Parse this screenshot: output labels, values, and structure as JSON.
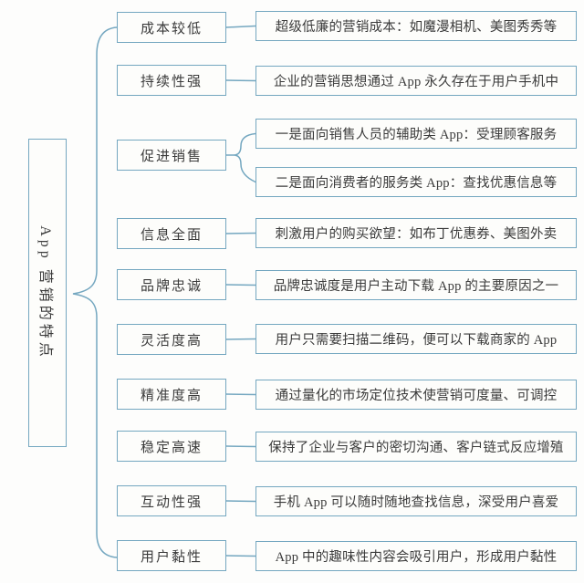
{
  "diagram": {
    "root_label": "App 营销的特点",
    "branches": [
      {
        "label": "成本较低",
        "descriptions": [
          "超级低廉的营销成本：如魔漫相机、美图秀秀等"
        ]
      },
      {
        "label": "持续性强",
        "descriptions": [
          "企业的营销思想通过 App 永久存在于用户手机中"
        ]
      },
      {
        "label": "促进销售",
        "descriptions": [
          "一是面向销售人员的辅助类 App：受理顾客服务",
          "二是面向消费者的服务类 App：查找优惠信息等"
        ]
      },
      {
        "label": "信息全面",
        "descriptions": [
          "刺激用户的购买欲望：如布丁优惠券、美图外卖"
        ]
      },
      {
        "label": "品牌忠诚",
        "descriptions": [
          "品牌忠诚度是用户主动下载 App 的主要原因之一"
        ]
      },
      {
        "label": "灵活度高",
        "descriptions": [
          "用户只需要扫描二维码，便可以下载商家的 App"
        ]
      },
      {
        "label": "精准度高",
        "descriptions": [
          "通过量化的市场定位技术使营销可度量、可调控"
        ]
      },
      {
        "label": "稳定高速",
        "descriptions": [
          "保持了企业与客户的密切沟通、客户链式反应增殖"
        ]
      },
      {
        "label": "互动性强",
        "descriptions": [
          "手机 App 可以随时随地查找信息，深受用户喜爱"
        ]
      },
      {
        "label": "用户黏性",
        "descriptions": [
          "App 中的趣味性内容会吸引用户，形成用户黏性"
        ]
      }
    ]
  },
  "colors": {
    "line": "#74a7c0",
    "text": "#3b3b3b",
    "box_fill": "#fdfdfb",
    "background": "#fdfdfc"
  }
}
